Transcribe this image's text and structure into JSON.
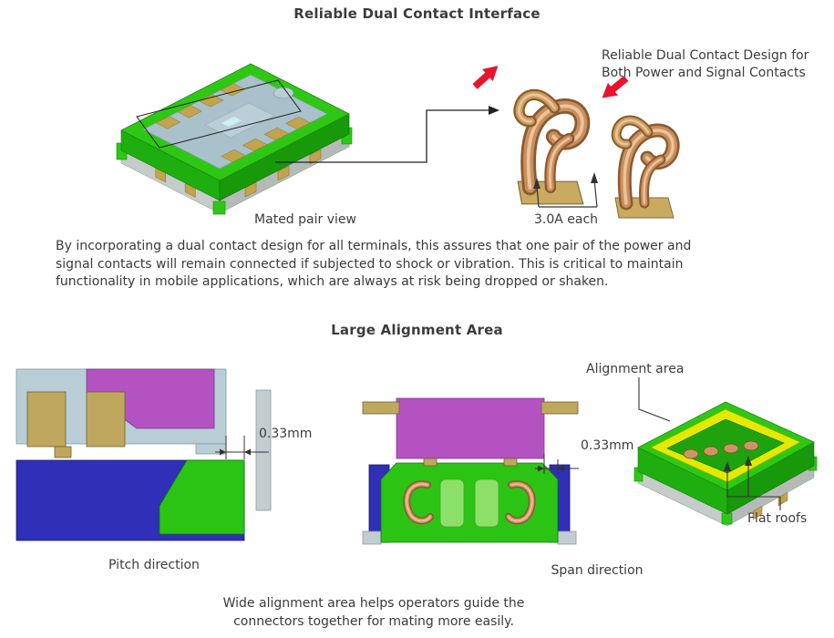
{
  "section1": {
    "title": "Reliable Dual Contact Interface",
    "callout_lines": [
      "Reliable Dual Contact Design for",
      "Both Power and Signal Contacts"
    ],
    "mated_pair_label": "Mated pair view",
    "current_rating_label": "3.0A each",
    "body_lines": [
      "By incorporating a dual contact design for all terminals, this assures that one pair of the power and",
      "signal contacts will remain connected if subjected to shock or vibration. This is critical to maintain",
      "functionality in mobile applications, which are always at risk being dropped or shaken."
    ]
  },
  "section2": {
    "title": "Large Alignment Area",
    "pitch_label": "Pitch direction",
    "span_label": "Span direction",
    "pitch_dim": "0.33mm",
    "span_dim": "0.33mm",
    "alignment_area_label": "Alignment area",
    "flat_roofs_label": "Flat roofs",
    "note_lines": [
      "Wide alignment area helps operators guide the",
      "connectors together for mating more easily."
    ]
  },
  "colors": {
    "connector_green": "#2ec814",
    "plug_magenta": "#b452c2",
    "receptacle_blue": "#2f2fb8",
    "contact_copper": "#c98f5e",
    "pad_gold": "#c2a34e",
    "alignment_yellow": "#e3ea00",
    "housing_gray": "#b9cdd6",
    "arrow_red": "#e8142d",
    "text": "#3c3c3c"
  }
}
